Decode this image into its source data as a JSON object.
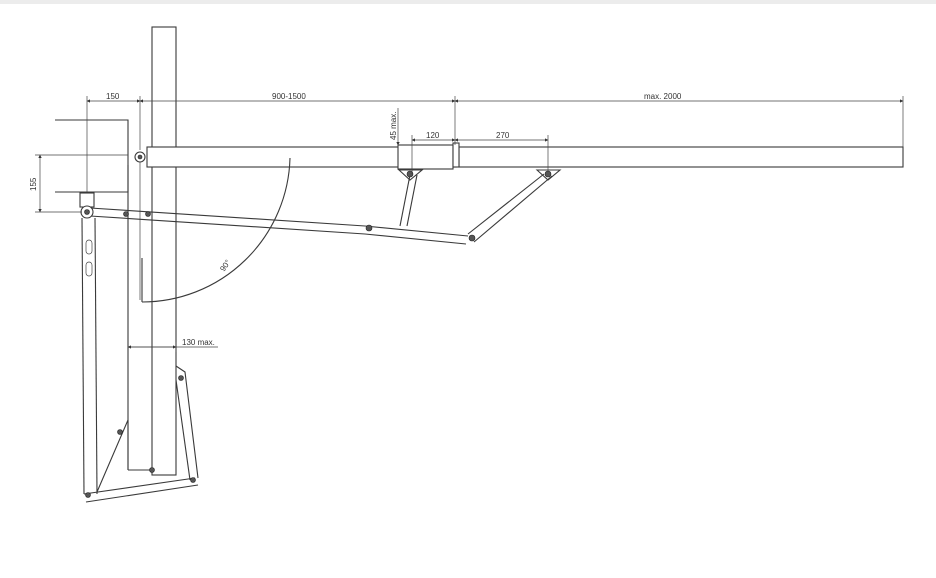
{
  "dimensions": {
    "d150": "150",
    "d900_1500": "900-1500",
    "max2000": "max. 2000",
    "d155": "155",
    "d45max": "45 max.",
    "d120": "120",
    "d270": "270",
    "d130max": "130 max.",
    "angle90": "90°"
  },
  "colors": {
    "line": "#3a3a3a",
    "background": "#ffffff"
  }
}
